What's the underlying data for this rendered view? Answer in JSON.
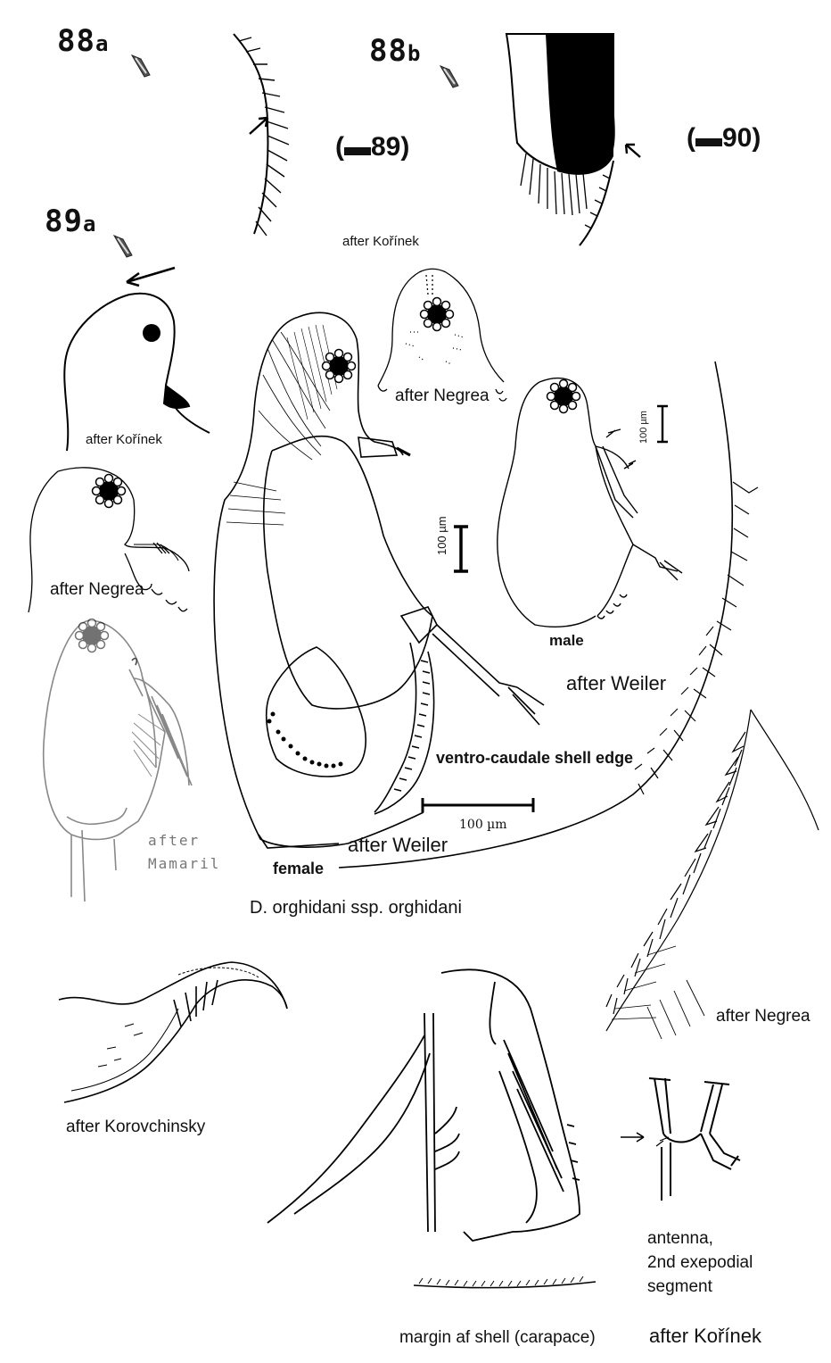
{
  "figures": {
    "fig_88a": {
      "num": "88",
      "suffix": "a"
    },
    "fig_88b": {
      "num": "88",
      "suffix": "b"
    },
    "fig_89a": {
      "num": "89",
      "suffix": "a"
    },
    "xref_89": "(▬89)",
    "xref_90": "(▬90)"
  },
  "labels": {
    "after_korinek_top": "after Kořínek",
    "after_korinek_head": "after Kořínek",
    "after_negrea_head1": "after Negrea",
    "after_negrea_head2": "after Negrea",
    "after_mamaril_1": "after",
    "after_mamaril_2": "Mamaril",
    "after_weiler_male": "after Weiler",
    "after_weiler_female": "after Weiler",
    "male": "male",
    "female": "female",
    "ventro_caudale": "ventro-caudale shell edge",
    "scale_100_main": "100 µm",
    "scale_100_female": "100 µm",
    "scale_100_male": "100 µm",
    "species": "D. orghidani  ssp. orghidani",
    "after_negrea_edge": "after Negrea",
    "after_korovchinsky": "after Korovchinsky",
    "antenna_1": "antenna,",
    "antenna_2": "2nd exepodial",
    "antenna_3": "segment",
    "margin_shell": "margin af shell (carapace)",
    "after_korinek_bottom": "after Kořínek"
  },
  "icons": [
    "pointer-marker-icon",
    "arrow-icon"
  ]
}
